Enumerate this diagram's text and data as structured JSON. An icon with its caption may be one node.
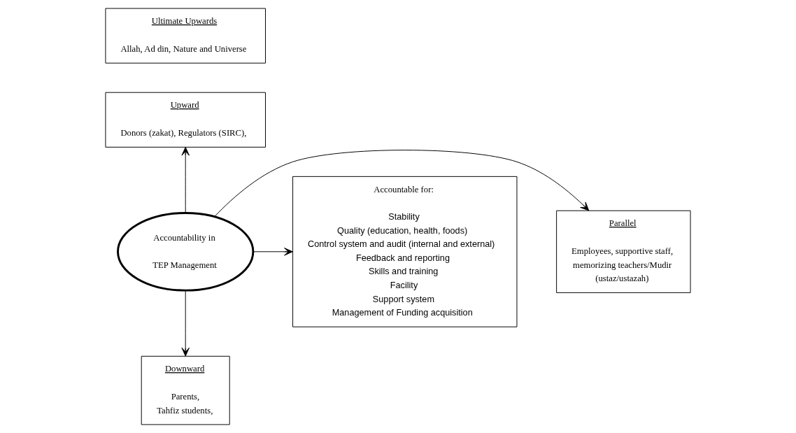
{
  "diagram": {
    "nodes": [
      {
        "text": [
          "Ultimate Upwards",
          "Allah, Ad din, Nature and Universe"
        ]
      },
      {
        "text": [
          "Upward",
          "Donors (zakat), Regulators (SIRC),"
        ]
      },
      {
        "text": [
          "Accountability in",
          "TEP Management"
        ]
      },
      {
        "text": [
          "Parallel",
          "Employees, supportive staff,",
          "memorizing teachers/Mudir",
          "(ustaz/ustazah)"
        ]
      },
      {
        "text": [
          "Accountable for:",
          "Stability",
          "Quality (education, health, foods)",
          "Control system and audit (internal and external)",
          "Feedback and reporting",
          "Skills and training",
          "Facility",
          "Support system",
          "Management of Funding acquisition"
        ]
      },
      {
        "text": [
          "Downward",
          "Parents,",
          "Tahfiz students,"
        ]
      }
    ],
    "edges": [
      {
        "from": 2,
        "to": 1,
        "arrow": "to"
      },
      {
        "from": 2,
        "to": 3,
        "arrow": "to"
      },
      {
        "from": 2,
        "to": 4,
        "arrow": "to"
      },
      {
        "from": 2,
        "to": 5,
        "arrow": "to"
      }
    ]
  }
}
